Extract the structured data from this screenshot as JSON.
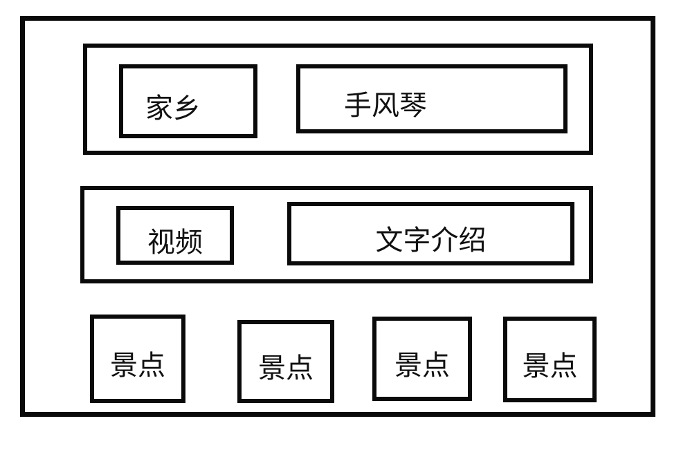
{
  "colors": {
    "border": "#0a0a0a",
    "background": "#ffffff"
  },
  "diagram": {
    "top_section": {
      "boxes": [
        {
          "label": "家乡"
        },
        {
          "label": "手风琴"
        }
      ]
    },
    "middle_section": {
      "boxes": [
        {
          "label": "视频"
        },
        {
          "label": "文字介绍"
        }
      ]
    },
    "bottom_row": {
      "boxes": [
        {
          "label": "景点"
        },
        {
          "label": "景点"
        },
        {
          "label": "景点"
        },
        {
          "label": "景点"
        }
      ]
    }
  }
}
